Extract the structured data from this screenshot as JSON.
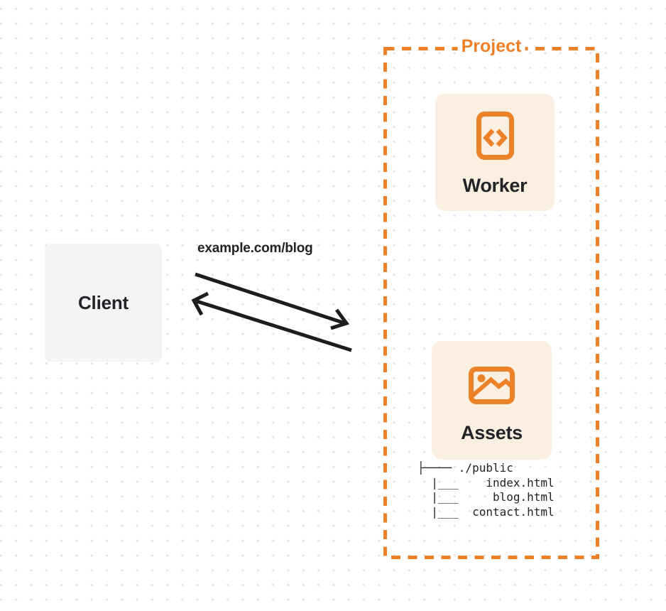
{
  "client": {
    "label": "Client"
  },
  "request": {
    "label": "example.com/blog"
  },
  "project": {
    "label": "Project",
    "worker": {
      "label": "Worker",
      "icon": "code-file-icon"
    },
    "assets": {
      "label": "Assets",
      "icon": "image-icon"
    },
    "file_tree": "├──── ./public\n  |___    index.html\n  |___     blog.html\n  |___  contact.html"
  },
  "colors": {
    "accent_orange": "#ED8127",
    "card_bg": "#FBEFE1",
    "client_bg": "#F4F4F6",
    "text_dark": "#232327",
    "arrow_black": "#1D1D1F",
    "dot_grid": "#E3E3E6"
  }
}
